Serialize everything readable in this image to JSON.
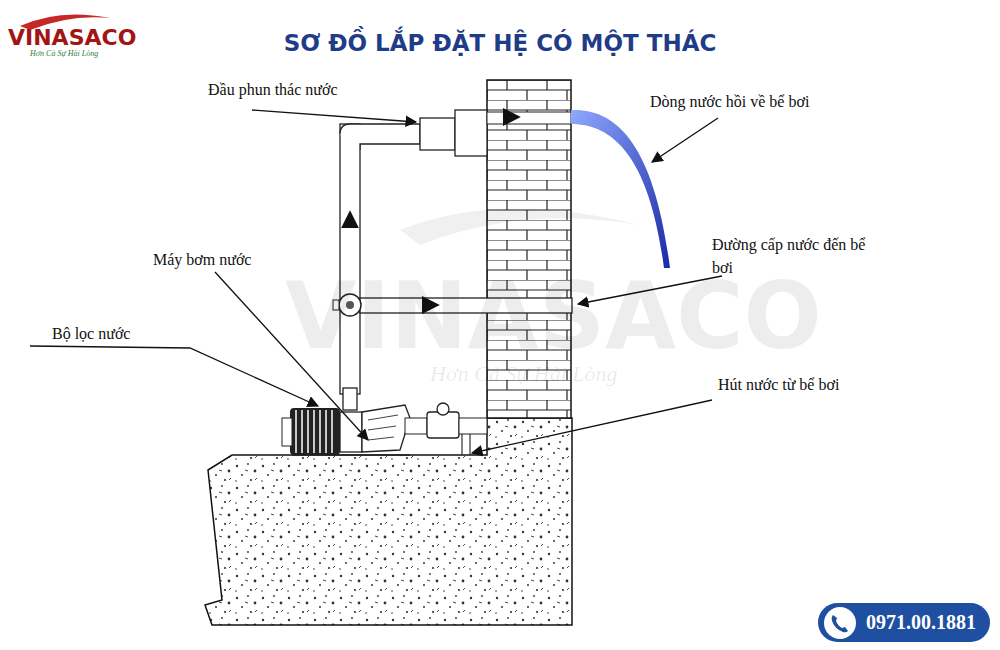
{
  "diagram": {
    "title": "SƠ ĐỒ LẮP ĐẶT HỆ CÓ MỘT THÁC",
    "nodes": [
      {
        "text": [
          "0971.00.1881"
        ]
      }
    ],
    "labels": [
      "VINASACO",
      "Hơn Cả Sự Hài Lòng",
      "Đầu phun thác nước",
      "Dòng nước hồi về bể bơi",
      "Máy bơm nước",
      "Đường cấp nước đến bể bơi",
      "Bộ lọc nước",
      "Hút nước từ bể bơi",
      "VINASACO",
      "Hơn Cả Sự Hài Lòng"
    ]
  }
}
